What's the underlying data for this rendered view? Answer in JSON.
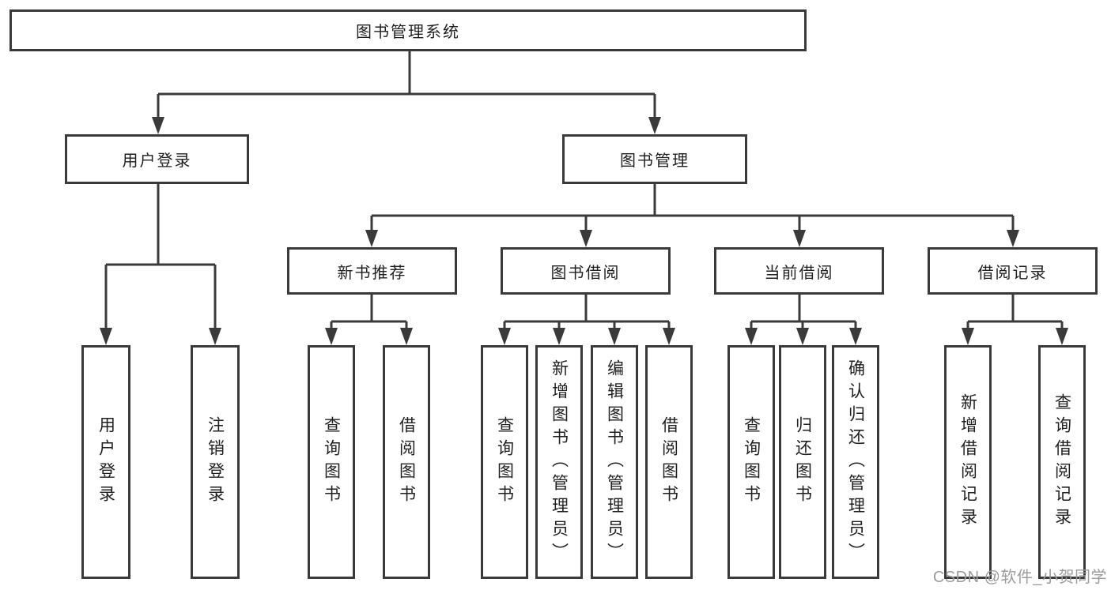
{
  "diagram": {
    "title_node": "图书管理系统",
    "level2": [
      "用户登录",
      "图书管理"
    ],
    "level3": [
      "新书推荐",
      "图书借阅",
      "当前借阅",
      "借阅记录"
    ],
    "leaves_user_login": [
      "用户登录",
      "注销登录"
    ],
    "leaves_new_books": [
      "查询图书",
      "借阅图书"
    ],
    "leaves_book_borrow": [
      "查询图书",
      "新增图书（管理员）",
      "编辑图书（管理员）",
      "借阅图书"
    ],
    "leaves_current_borrow": [
      "查询图书",
      "归还图书",
      "确认归还（管理员）"
    ],
    "leaves_borrow_records": [
      "新增借阅记录",
      "查询借阅记录"
    ]
  },
  "watermark": "CSDN @软件_小贺同学",
  "colors": {
    "line": "#3a3a3a",
    "box_border": "#3a3a3a",
    "text": "#1f1f1f",
    "watermark": "#9c9c9c",
    "background": "#ffffff"
  }
}
